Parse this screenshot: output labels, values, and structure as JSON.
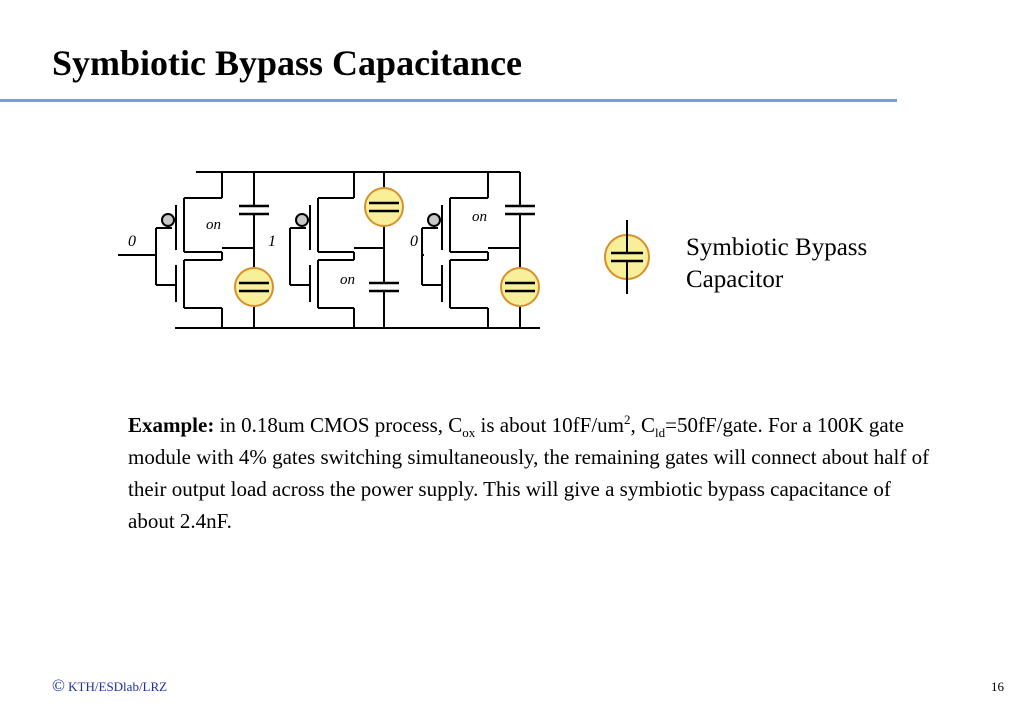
{
  "slide": {
    "title": "Symbiotic Bypass Capacitance",
    "page_number": "16"
  },
  "circuit": {
    "input_labels": [
      "0",
      "1",
      "0"
    ],
    "on_labels": [
      "on",
      "on",
      "on"
    ],
    "highlight_color": "#f8ef9a",
    "highlight_stroke": "#d9902a"
  },
  "legend": {
    "line1": "Symbiotic Bypass",
    "line2": "Capacitor"
  },
  "example": {
    "lead": "Example:",
    "t1": " in 0.18um CMOS process, C",
    "sub_ox": "ox",
    "t2": " is about 10fF/um",
    "sup_2": "2",
    "t3": ", C",
    "sub_ld": "ld",
    "t4": "=50fF/gate.",
    "rest": "For a 100K gate module with 4% gates switching simultaneously, the remaining gates will connect about half of their output load across the power supply. This will give a symbiotic bypass capacitance of about 2.4nF."
  },
  "footer": {
    "copyright_symbol": "©",
    "text": " KTH/ESDlab/LRZ"
  }
}
